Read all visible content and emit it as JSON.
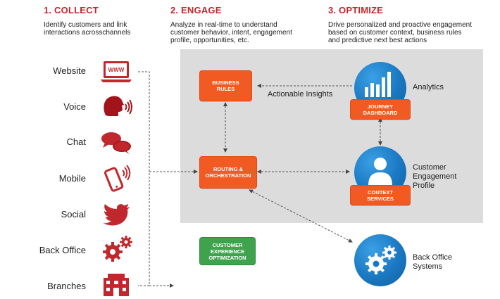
{
  "columns": [
    {
      "title": "1. COLLECT",
      "description": [
        "Identify customers and link",
        "interactions acrosschannels"
      ]
    },
    {
      "title": "2. ENGAGE",
      "description": [
        "Analyze in real-time to understand",
        "customer behavior, intent, engagement",
        "profile, opportunities, etc."
      ]
    },
    {
      "title": "3. OPTIMIZE",
      "description": [
        "Drive personalized and proactive engagement",
        "based on customer context, business rules",
        "and predictive next best actions"
      ]
    }
  ],
  "channels": [
    {
      "label": "Website",
      "icon": "laptop-www-icon",
      "icon_text": "WWW"
    },
    {
      "label": "Voice",
      "icon": "speaking-head-icon"
    },
    {
      "label": "Chat",
      "icon": "chat-bubbles-icon"
    },
    {
      "label": "Mobile",
      "icon": "mobile-phone-icon"
    },
    {
      "label": "Social",
      "icon": "bird-icon"
    },
    {
      "label": "Back Office",
      "icon": "gears-icon"
    },
    {
      "label": "Branches",
      "icon": "building-icon"
    }
  ],
  "boxes": {
    "business_rules": [
      "BUSINESS",
      "RULES"
    ],
    "routing": [
      "ROUTING &",
      "ORCHESTRATION"
    ],
    "cx_optimization": [
      "CUSTOMER",
      "EXPERIENCE",
      "OPTIMIZATION"
    ],
    "journey_dashboard": [
      "JOURNEY",
      "DASHBOARD"
    ],
    "context_services": [
      "CONTEXT",
      "SERVICES"
    ]
  },
  "labels": {
    "actionable_insights": "Actionable Insights",
    "analytics": "Analytics",
    "customer_engagement_profile": [
      "Customer",
      "Engagement",
      "Profile"
    ],
    "back_office_systems": [
      "Back Office",
      "Systems"
    ]
  },
  "colors": {
    "accent_red": "#c0282d",
    "orange": "#f15a22",
    "green": "#3fa34d",
    "blue": "#1a78c2",
    "grey_panel": "#dcdcdc"
  }
}
